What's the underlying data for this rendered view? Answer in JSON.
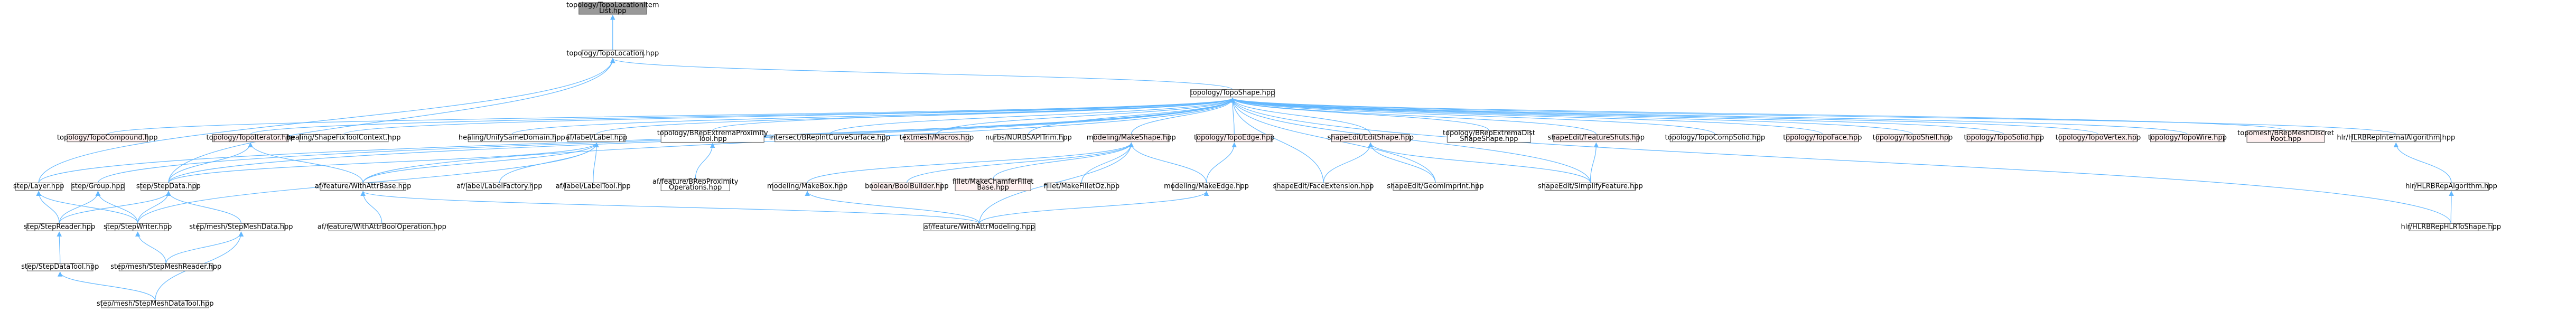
{
  "colors": {
    "edge": "#63b8ff",
    "normal_fill": "#ffffff",
    "normal_stroke": "#666666",
    "root_fill": "#999999",
    "root_stroke": "#666666",
    "missing_fill": "#fff0f0",
    "missing_stroke": "#b22222"
  },
  "nodes": [
    {
      "id": "root",
      "lines": [
        "topology/TopoLocationItem",
        "List.hpp"
      ],
      "style": "root"
    },
    {
      "id": "topoloc",
      "lines": [
        "topology/TopoLocation.hpp"
      ],
      "style": "normal"
    },
    {
      "id": "toposhape",
      "lines": [
        "topology/TopoShape.hpp"
      ],
      "style": "normal"
    },
    {
      "id": "steplayer",
      "lines": [
        "step/Layer.hpp"
      ],
      "style": "normal"
    },
    {
      "id": "topocomp",
      "lines": [
        "topology/TopoCompound.hpp"
      ],
      "style": "missing"
    },
    {
      "id": "topoiter",
      "lines": [
        "topology/TopoIterator.hpp"
      ],
      "style": "missing"
    },
    {
      "id": "shapefix",
      "lines": [
        "healing/ShapeFixToolContext.hpp"
      ],
      "style": "normal"
    },
    {
      "id": "unifysame",
      "lines": [
        "healing/UnifySameDomain.hpp"
      ],
      "style": "normal"
    },
    {
      "id": "aflabel",
      "lines": [
        "af/label/Label.hpp"
      ],
      "style": "normal"
    },
    {
      "id": "brepextprox",
      "lines": [
        "topology/BRepExtremaProximity",
        "Tool.hpp"
      ],
      "style": "normal"
    },
    {
      "id": "intersect",
      "lines": [
        "intersect/BRepIntCurveSurface.hpp"
      ],
      "style": "normal"
    },
    {
      "id": "textmesh",
      "lines": [
        "textmesh/Macros.hpp"
      ],
      "style": "missing"
    },
    {
      "id": "nurbs",
      "lines": [
        "nurbs/NURBSAPITrim.hpp"
      ],
      "style": "normal"
    },
    {
      "id": "makeshape",
      "lines": [
        "modeling/MakeShape.hpp"
      ],
      "style": "missing"
    },
    {
      "id": "topoedge",
      "lines": [
        "topology/TopoEdge.hpp"
      ],
      "style": "missing"
    },
    {
      "id": "editshape",
      "lines": [
        "shapeEdit/EditShape.hpp"
      ],
      "style": "missing"
    },
    {
      "id": "brepextdist",
      "lines": [
        "topology/BRepExtremaDist",
        "ShapeShape.hpp"
      ],
      "style": "normal"
    },
    {
      "id": "featureshuts",
      "lines": [
        "shapeEdit/FeatureShuts.hpp"
      ],
      "style": "missing"
    },
    {
      "id": "compsolid",
      "lines": [
        "topology/TopoCompSolid.hpp"
      ],
      "style": "normal"
    },
    {
      "id": "topoface",
      "lines": [
        "topology/TopoFace.hpp"
      ],
      "style": "missing"
    },
    {
      "id": "toposhell",
      "lines": [
        "topology/TopoShell.hpp"
      ],
      "style": "missing"
    },
    {
      "id": "toposolid",
      "lines": [
        "topology/TopoSolid.hpp"
      ],
      "style": "missing"
    },
    {
      "id": "topovertex",
      "lines": [
        "topology/TopoVertex.hpp"
      ],
      "style": "missing"
    },
    {
      "id": "topowire",
      "lines": [
        "topology/TopoWire.hpp"
      ],
      "style": "missing"
    },
    {
      "id": "meshdiscret",
      "lines": [
        "topomesh/BRepMeshDiscret",
        "Root.hpp"
      ],
      "style": "missing"
    },
    {
      "id": "hlrinternal",
      "lines": [
        "hlr/HLRBRepInternalAlgorithm.hpp"
      ],
      "style": "normal"
    },
    {
      "id": "stepgroup",
      "lines": [
        "step/Group.hpp"
      ],
      "style": "normal"
    },
    {
      "id": "stepdata",
      "lines": [
        "step/StepData.hpp"
      ],
      "style": "normal"
    },
    {
      "id": "afattr",
      "lines": [
        "af/feature/WithAttrBase.hpp"
      ],
      "style": "normal"
    },
    {
      "id": "labelfactory",
      "lines": [
        "af/label/LabelFactory.hpp"
      ],
      "style": "normal"
    },
    {
      "id": "labeltool",
      "lines": [
        "af/label/LabelTool.hpp"
      ],
      "style": "normal"
    },
    {
      "id": "brepproxops",
      "lines": [
        "af/feature/BRepProximity",
        "Operations.hpp"
      ],
      "style": "normal"
    },
    {
      "id": "makebox",
      "lines": [
        "modeling/MakeBox.hpp"
      ],
      "style": "normal"
    },
    {
      "id": "boolbuilder",
      "lines": [
        "boolean/BoolBuilder.hpp"
      ],
      "style": "missing"
    },
    {
      "id": "chamfer",
      "lines": [
        "fillet/MakeChamferFillet",
        "Base.hpp"
      ],
      "style": "missing"
    },
    {
      "id": "filletoz",
      "lines": [
        "fillet/MakeFilletOz.hpp"
      ],
      "style": "normal"
    },
    {
      "id": "makeedge",
      "lines": [
        "modeling/MakeEdge.hpp"
      ],
      "style": "normal"
    },
    {
      "id": "faceext",
      "lines": [
        "shapeEdit/FaceExtension.hpp"
      ],
      "style": "normal"
    },
    {
      "id": "geomimprint",
      "lines": [
        "shapeEdit/GeomImprint.hpp"
      ],
      "style": "normal"
    },
    {
      "id": "simplify",
      "lines": [
        "shapeEdit/SimplifyFeature.hpp"
      ],
      "style": "normal"
    },
    {
      "id": "hlralgo",
      "lines": [
        "hlr/HLRBRepAlgorithm.hpp"
      ],
      "style": "normal"
    },
    {
      "id": "hlrtoshape",
      "lines": [
        "hlr/HLRBRepHLRToShape.hpp"
      ],
      "style": "normal"
    },
    {
      "id": "stepreader",
      "lines": [
        "step/StepReader.hpp"
      ],
      "style": "normal"
    },
    {
      "id": "stepwriter",
      "lines": [
        "step/StepWriter.hpp"
      ],
      "style": "normal"
    },
    {
      "id": "meshdata",
      "lines": [
        "step/mesh/StepMeshData.hpp"
      ],
      "style": "normal"
    },
    {
      "id": "boolop",
      "lines": [
        "af/feature/WithAttrBoolOperation.hpp"
      ],
      "style": "normal"
    },
    {
      "id": "withmodeling",
      "lines": [
        "af/feature/WithAttrModeling.hpp"
      ],
      "style": "normal"
    },
    {
      "id": "datatool",
      "lines": [
        "step/StepDataTool.hpp"
      ],
      "style": "normal"
    },
    {
      "id": "meshreader",
      "lines": [
        "step/mesh/StepMeshReader.hpp"
      ],
      "style": "normal"
    },
    {
      "id": "meshdatatool",
      "lines": [
        "step/mesh/StepMeshDataTool.hpp"
      ],
      "style": "normal"
    }
  ],
  "edges": [
    [
      "topoloc",
      "root"
    ],
    [
      "toposhape",
      "topoloc"
    ],
    [
      "steplayer",
      "topoloc"
    ],
    [
      "stepdata",
      "topoloc"
    ],
    [
      "steplayer",
      "toposhape"
    ],
    [
      "topocomp",
      "toposhape"
    ],
    [
      "topoiter",
      "toposhape"
    ],
    [
      "shapefix",
      "toposhape"
    ],
    [
      "unifysame",
      "toposhape"
    ],
    [
      "aflabel",
      "toposhape"
    ],
    [
      "brepextprox",
      "toposhape"
    ],
    [
      "intersect",
      "toposhape"
    ],
    [
      "textmesh",
      "toposhape"
    ],
    [
      "nurbs",
      "toposhape"
    ],
    [
      "makeshape",
      "toposhape"
    ],
    [
      "topoedge",
      "toposhape"
    ],
    [
      "editshape",
      "toposhape"
    ],
    [
      "brepextdist",
      "toposhape"
    ],
    [
      "featureshuts",
      "toposhape"
    ],
    [
      "compsolid",
      "toposhape"
    ],
    [
      "topoface",
      "toposhape"
    ],
    [
      "toposhell",
      "toposhape"
    ],
    [
      "toposolid",
      "toposhape"
    ],
    [
      "topovertex",
      "toposhape"
    ],
    [
      "topowire",
      "toposhape"
    ],
    [
      "meshdiscret",
      "toposhape"
    ],
    [
      "hlrinternal",
      "toposhape"
    ],
    [
      "stepgroup",
      "toposhape"
    ],
    [
      "stepdata",
      "toposhape"
    ],
    [
      "afattr",
      "toposhape"
    ],
    [
      "faceext",
      "toposhape"
    ],
    [
      "geomimprint",
      "toposhape"
    ],
    [
      "simplify",
      "toposhape"
    ],
    [
      "hlrtoshape",
      "toposhape"
    ],
    [
      "stepreader",
      "steplayer"
    ],
    [
      "stepwriter",
      "steplayer"
    ],
    [
      "stepdata",
      "topoiter"
    ],
    [
      "afattr",
      "topoiter"
    ],
    [
      "stepdata",
      "aflabel"
    ],
    [
      "afattr",
      "aflabel"
    ],
    [
      "labelfactory",
      "aflabel"
    ],
    [
      "labeltool",
      "aflabel"
    ],
    [
      "stepwriter",
      "aflabel"
    ],
    [
      "brepproxops",
      "brepextprox"
    ],
    [
      "makebox",
      "makeshape"
    ],
    [
      "boolbuilder",
      "makeshape"
    ],
    [
      "chamfer",
      "makeshape"
    ],
    [
      "filletoz",
      "makeshape"
    ],
    [
      "makeedge",
      "makeshape"
    ],
    [
      "withmodeling",
      "makeshape"
    ],
    [
      "makeedge",
      "topoedge"
    ],
    [
      "faceext",
      "editshape"
    ],
    [
      "geomimprint",
      "editshape"
    ],
    [
      "simplify",
      "editshape"
    ],
    [
      "simplify",
      "featureshuts"
    ],
    [
      "hlralgo",
      "hlrinternal"
    ],
    [
      "hlrtoshape",
      "hlralgo"
    ],
    [
      "stepreader",
      "stepgroup"
    ],
    [
      "stepwriter",
      "stepgroup"
    ],
    [
      "stepreader",
      "stepdata"
    ],
    [
      "stepwriter",
      "stepdata"
    ],
    [
      "meshdata",
      "stepdata"
    ],
    [
      "boolop",
      "afattr"
    ],
    [
      "withmodeling",
      "afattr"
    ],
    [
      "withmodeling",
      "makebox"
    ],
    [
      "withmodeling",
      "makeedge"
    ],
    [
      "datatool",
      "stepreader"
    ],
    [
      "meshreader",
      "stepwriter"
    ],
    [
      "meshreader",
      "meshdata"
    ],
    [
      "meshdatatool",
      "datatool"
    ],
    [
      "meshdatatool",
      "meshdata"
    ]
  ]
}
